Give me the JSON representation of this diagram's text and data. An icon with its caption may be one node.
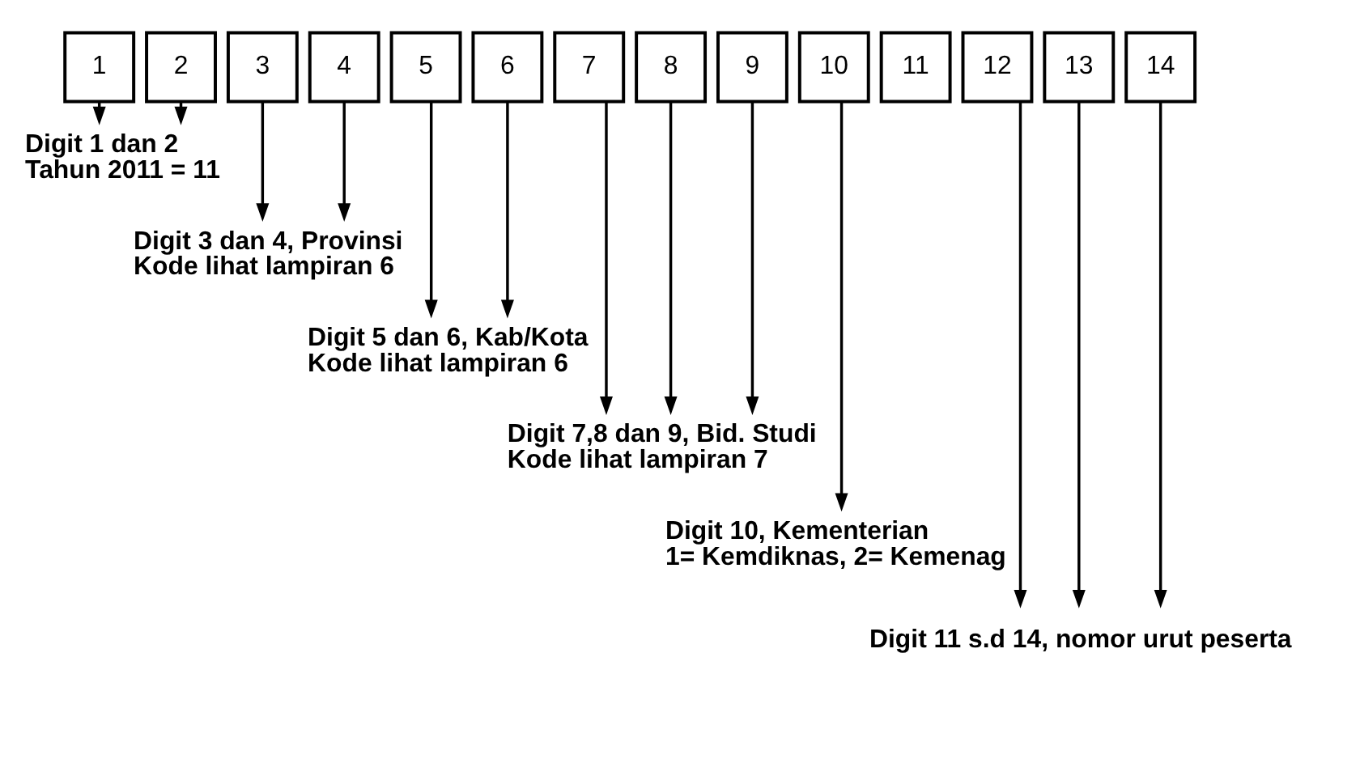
{
  "diagram": {
    "nodes": [
      {
        "text": [
          "1"
        ]
      },
      {
        "text": [
          "2"
        ]
      },
      {
        "text": [
          "3"
        ]
      },
      {
        "text": [
          "4"
        ]
      },
      {
        "text": [
          "5"
        ]
      },
      {
        "text": [
          "6"
        ]
      },
      {
        "text": [
          "7"
        ]
      },
      {
        "text": [
          "8"
        ]
      },
      {
        "text": [
          "9"
        ]
      },
      {
        "text": [
          "10"
        ]
      },
      {
        "text": [
          "11"
        ]
      },
      {
        "text": [
          "12"
        ]
      },
      {
        "text": [
          "13"
        ]
      },
      {
        "text": [
          "14"
        ]
      },
      {
        "text": [
          "Digit 1 dan 2",
          "Tahun 2011 = 11"
        ]
      },
      {
        "text": [
          "Digit 3 dan 4, Provinsi",
          "Kode lihat lampiran 6"
        ]
      },
      {
        "text": [
          "Digit 5 dan 6, Kab/Kota",
          "Kode lihat lampiran 6"
        ]
      },
      {
        "text": [
          "Digit 7,8 dan 9, Bid. Studi",
          "Kode lihat lampiran 7"
        ]
      },
      {
        "text": [
          "Digit 10, Kementerian",
          "1= Kemdiknas, 2= Kemenag"
        ]
      },
      {
        "text": [
          "Digit 11 s.d 14, nomor urut peserta"
        ]
      }
    ],
    "edges": [
      {
        "from": 0,
        "to": 14,
        "arrow": "to"
      },
      {
        "from": 1,
        "to": 14,
        "arrow": "to"
      },
      {
        "from": 2,
        "to": 15,
        "arrow": "to"
      },
      {
        "from": 3,
        "to": 15,
        "arrow": "to"
      },
      {
        "from": 4,
        "to": 16,
        "arrow": "to"
      },
      {
        "from": 5,
        "to": 16,
        "arrow": "to"
      },
      {
        "from": 6,
        "to": 17,
        "arrow": "to"
      },
      {
        "from": 7,
        "to": 17,
        "arrow": "to"
      },
      {
        "from": 8,
        "to": 17,
        "arrow": "to"
      },
      {
        "from": 9,
        "to": 18,
        "arrow": "to"
      },
      {
        "from": 11,
        "to": 19,
        "arrow": "to"
      },
      {
        "from": 12,
        "to": 19,
        "arrow": "to"
      },
      {
        "from": 13,
        "to": 19,
        "arrow": "to"
      }
    ]
  }
}
